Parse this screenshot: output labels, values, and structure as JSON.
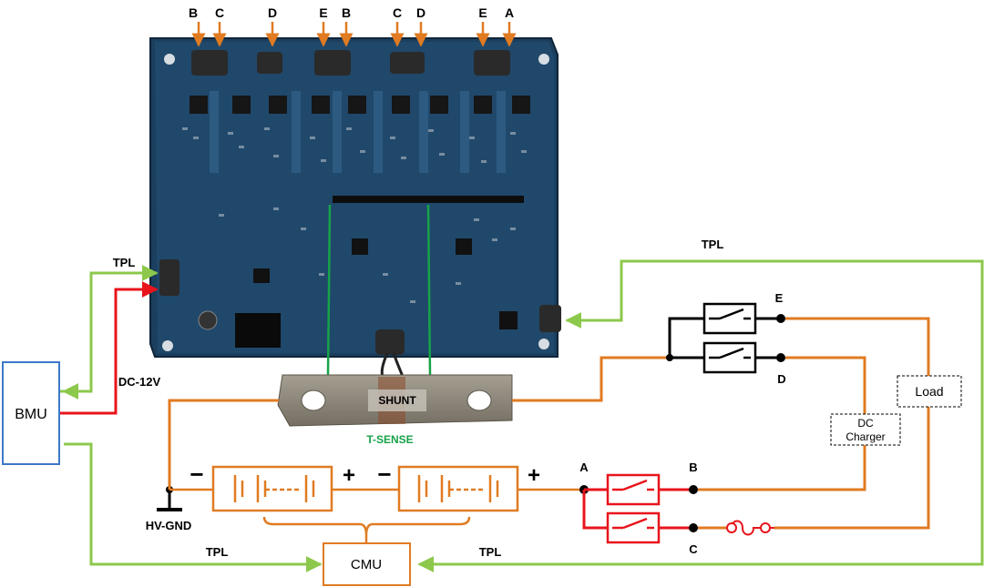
{
  "top_labels": [
    "B",
    "C",
    "D",
    "E",
    "B",
    "C",
    "D",
    "E",
    "A"
  ],
  "boxes": {
    "bmu": "BMU",
    "cmu": "CMU",
    "load": "Load",
    "dc_charger_line1": "DC",
    "dc_charger_line2": "Charger"
  },
  "labels": {
    "tpl_left": "TPL",
    "tpl_right": "TPL",
    "tpl_bottom_left": "TPL",
    "tpl_bottom_right": "TPL",
    "dc12v": "DC-12V",
    "shunt": "SHUNT",
    "tsense": "T-SENSE",
    "hvgnd": "HV-GND",
    "node_a": "A",
    "node_b": "B",
    "node_c": "C",
    "node_d": "D",
    "node_e": "E",
    "minus1": "−",
    "plus1": "+",
    "minus2": "−",
    "plus2": "+"
  },
  "colors": {
    "tpl": "#8cc84b",
    "power": "#e07b22",
    "dc12v": "#e8141b",
    "tsense": "#17a349",
    "box": "#3c78c8",
    "pcb": "#1a3d5c"
  }
}
